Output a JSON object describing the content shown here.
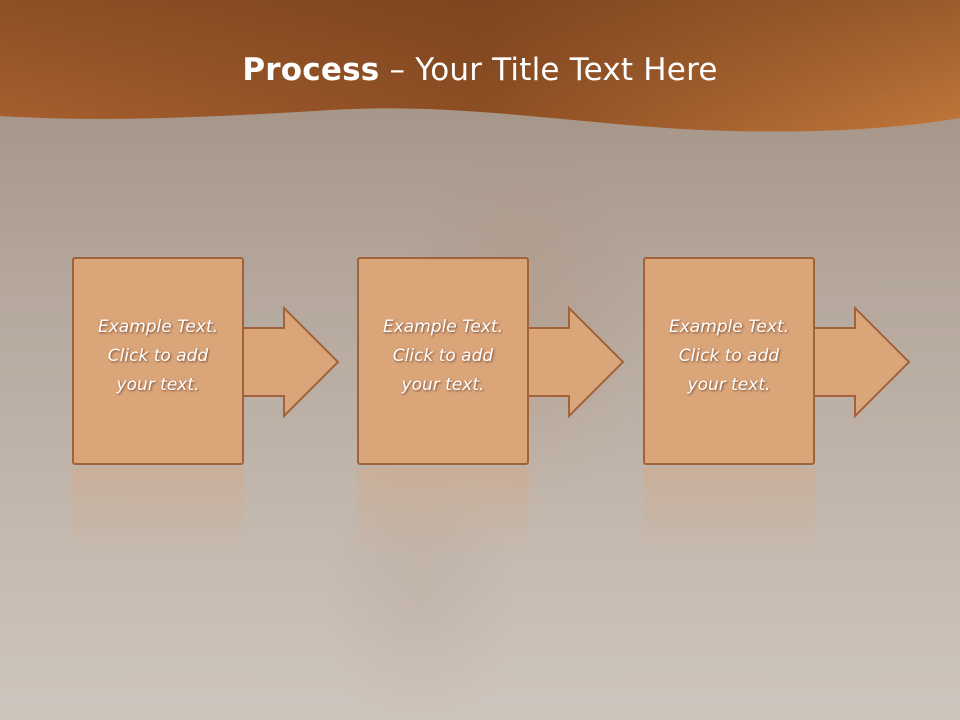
{
  "slide": {
    "title_bold": "Process",
    "title_rest": " – Your Title Text Here"
  },
  "steps": [
    {
      "text": "Example Text.\nClick  to add\nyour text."
    },
    {
      "text": "Example Text.\nClick  to add\nyour text."
    },
    {
      "text": "Example Text.\nClick  to add\nyour text."
    }
  ],
  "colors": {
    "header": "#b86a32",
    "box_fill": "#dba57a",
    "box_border": "#a1633a"
  }
}
